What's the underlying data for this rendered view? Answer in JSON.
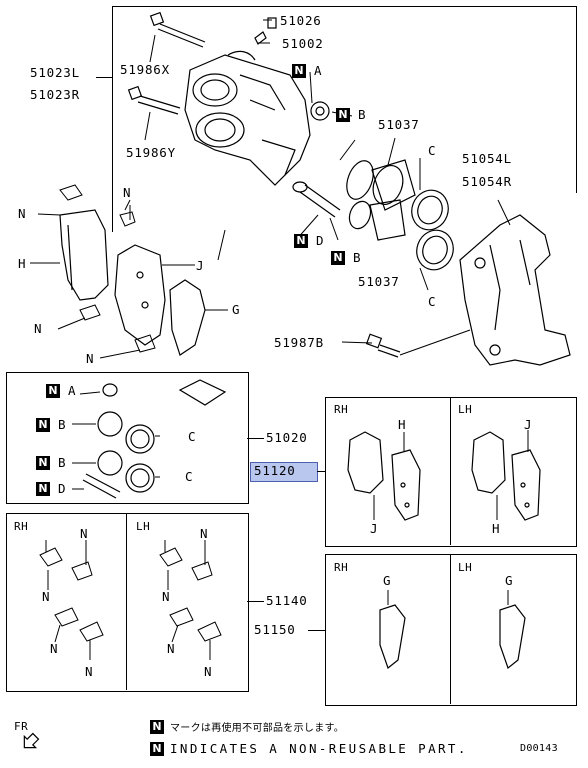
{
  "labels": {
    "p51026": "51026",
    "p51002": "51002",
    "p51023l": "51023L",
    "p51023r": "51023R",
    "p51986x": "51986X",
    "p51986y": "51986Y",
    "p51037a": "51037",
    "p51037b": "51037",
    "p51054l": "51054L",
    "p51054r": "51054R",
    "p51987b": "51987B",
    "p51020": "51020",
    "p51120": "51120",
    "p51140": "51140",
    "p51150": "51150"
  },
  "letters": {
    "a": "A",
    "b": "B",
    "c": "C",
    "d": "D",
    "g": "G",
    "h": "H",
    "j": "J",
    "n": "N"
  },
  "panels": {
    "rh": "RH",
    "lh": "LH"
  },
  "badge": "N",
  "legend": {
    "jp": "マークは再使用不可部品を示します。",
    "en": "INDICATES A NON-REUSABLE PART."
  },
  "fr": "FR",
  "code": "D00143",
  "colors": {
    "highlight": "#b9c7ee",
    "highlight_border": "#4c5fb0"
  }
}
